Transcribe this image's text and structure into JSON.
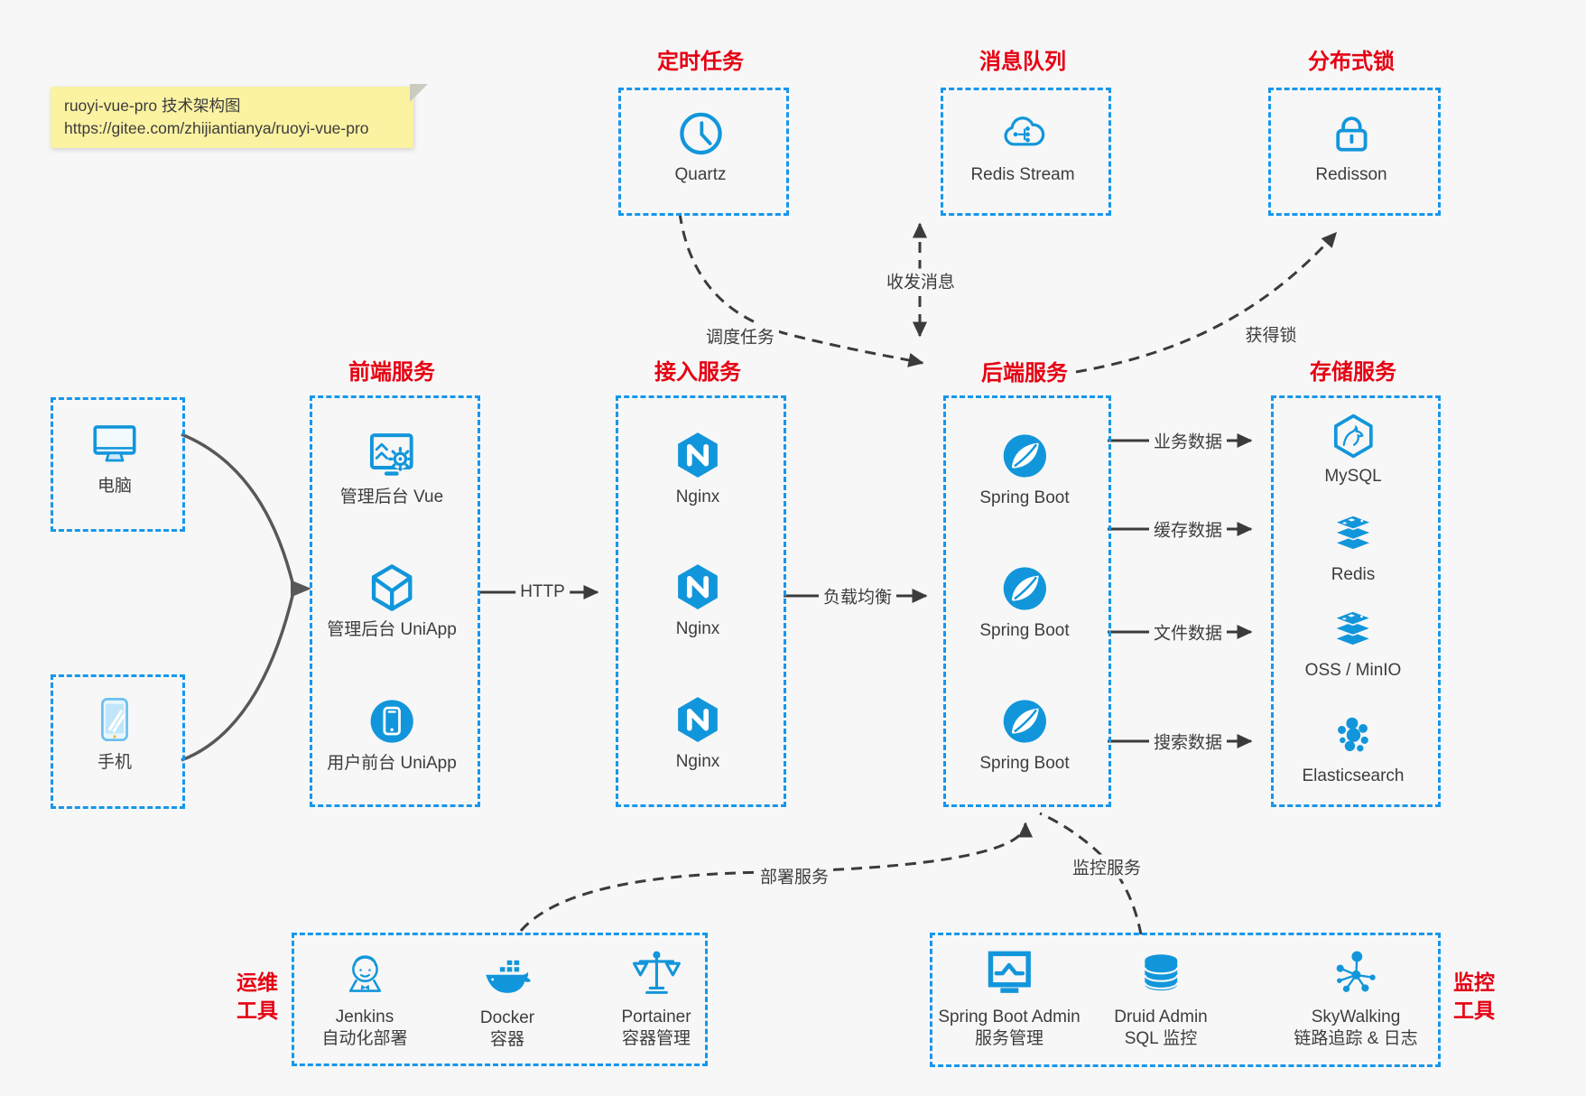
{
  "note": {
    "line1": "ruoyi-vue-pro 技术架构图",
    "line2": "https://gitee.com/zhijiantianya/ruoyi-vue-pro"
  },
  "colors": {
    "accent_blue": "#1296db",
    "box_border_blue": "#1697ec",
    "title_red": "#e60012",
    "arrow_dark": "#3b3b3b",
    "note_bg": "#fbf2a2",
    "canvas_bg": "#f7f7f7"
  },
  "clients": {
    "computer": {
      "label": "电脑",
      "icon": "desktop-icon"
    },
    "phone": {
      "label": "手机",
      "icon": "smartphone-icon"
    }
  },
  "columns": {
    "scheduled": {
      "title": "定时任务",
      "items": [
        {
          "label": "Quartz",
          "icon": "clock-icon"
        }
      ]
    },
    "mq": {
      "title": "消息队列",
      "items": [
        {
          "label": "Redis Stream",
          "icon": "cloud-share-icon"
        }
      ]
    },
    "lock": {
      "title": "分布式锁",
      "items": [
        {
          "label": "Redisson",
          "icon": "lock-icon"
        }
      ]
    },
    "frontend": {
      "title": "前端服务",
      "items": [
        {
          "label": "管理后台 Vue",
          "icon": "admin-screen-gear-icon"
        },
        {
          "label": "管理后台 UniApp",
          "icon": "uniapp-cube-icon"
        },
        {
          "label": "用户前台 UniApp",
          "icon": "mobile-app-circle-icon"
        }
      ]
    },
    "gateway": {
      "title": "接入服务",
      "items": [
        {
          "label": "Nginx",
          "icon": "nginx-icon"
        },
        {
          "label": "Nginx",
          "icon": "nginx-icon"
        },
        {
          "label": "Nginx",
          "icon": "nginx-icon"
        }
      ]
    },
    "backend": {
      "title": "后端服务",
      "items": [
        {
          "label": "Spring Boot",
          "icon": "spring-boot-icon"
        },
        {
          "label": "Spring Boot",
          "icon": "spring-boot-icon"
        },
        {
          "label": "Spring Boot",
          "icon": "spring-boot-icon"
        }
      ]
    },
    "storage": {
      "title": "存储服务",
      "items": [
        {
          "label": "MySQL",
          "icon": "mysql-icon"
        },
        {
          "label": "Redis",
          "icon": "layer-stack-icon"
        },
        {
          "label": "OSS / MinIO",
          "icon": "layer-stack-icon"
        },
        {
          "label": "Elasticsearch",
          "icon": "elasticsearch-icon"
        }
      ]
    }
  },
  "ops": {
    "title_line1": "运维",
    "title_line2": "工具",
    "items": [
      {
        "name": "Jenkins",
        "desc": "自动化部署",
        "icon": "jenkins-icon"
      },
      {
        "name": "Docker",
        "desc": "容器",
        "icon": "docker-whale-icon"
      },
      {
        "name": "Portainer",
        "desc": "容器管理",
        "icon": "scale-icon"
      }
    ]
  },
  "monitoring": {
    "title_line1": "监控",
    "title_line2": "工具",
    "items": [
      {
        "name": "Spring Boot Admin",
        "desc": "服务管理",
        "icon": "monitor-chart-icon"
      },
      {
        "name": "Druid Admin",
        "desc": "SQL 监控",
        "icon": "database-icon"
      },
      {
        "name": "SkyWalking",
        "desc": "链路追踪 & 日志",
        "icon": "topology-icon"
      }
    ]
  },
  "edges": {
    "http": "HTTP",
    "load_balance": "负载均衡",
    "schedule_job": "调度任务",
    "send_receive_message": "收发消息",
    "acquire_lock": "获得锁",
    "business_data": "业务数据",
    "cache_data": "缓存数据",
    "file_data": "文件数据",
    "search_data": "搜索数据",
    "deploy_service": "部署服务",
    "monitor_service": "监控服务"
  }
}
